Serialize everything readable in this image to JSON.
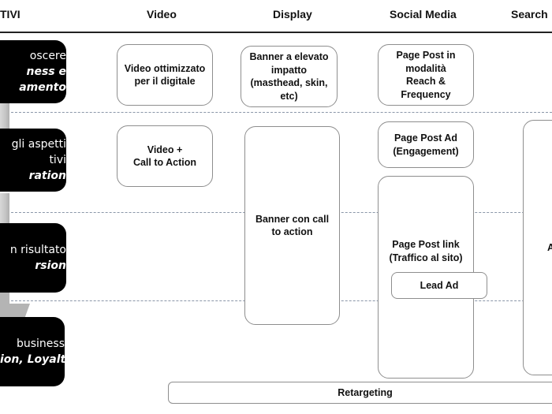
{
  "header": {
    "columns": [
      {
        "id": "objectives",
        "label": "TIVI"
      },
      {
        "id": "video",
        "label": "Video"
      },
      {
        "id": "display",
        "label": "Display"
      },
      {
        "id": "social",
        "label": "Social Media"
      },
      {
        "id": "search",
        "label": "Search"
      }
    ]
  },
  "objectives": [
    {
      "line1": "oscere",
      "line2": "ness e",
      "line3": "amento"
    },
    {
      "line1": "gli aspetti",
      "line2": "tivi",
      "line3": "ration"
    },
    {
      "line1": "n risultato",
      "line2": "rsion"
    },
    {
      "line1": "business",
      "line2": "ion, Loyalty"
    }
  ],
  "video": {
    "optimized": [
      "Video ottimizzato",
      "per il digitale"
    ],
    "cta": [
      "Video +",
      "Call to Action"
    ]
  },
  "display": {
    "banner_impact": [
      "Banner a elevato",
      "impatto",
      "(masthead, skin,",
      "etc)"
    ],
    "banner_cta": [
      "Banner con call",
      "to action"
    ]
  },
  "social": {
    "reach": [
      "Page Post in",
      "modalità",
      "Reach &",
      "Frequency"
    ],
    "engagement": [
      "Page Post Ad",
      "(Engagement)"
    ],
    "link": [
      "Page Post link",
      "(Traffico al sito)"
    ],
    "lead": "Lead Ad"
  },
  "search": {
    "box_label": "A"
  },
  "retargeting": "Retargeting"
}
